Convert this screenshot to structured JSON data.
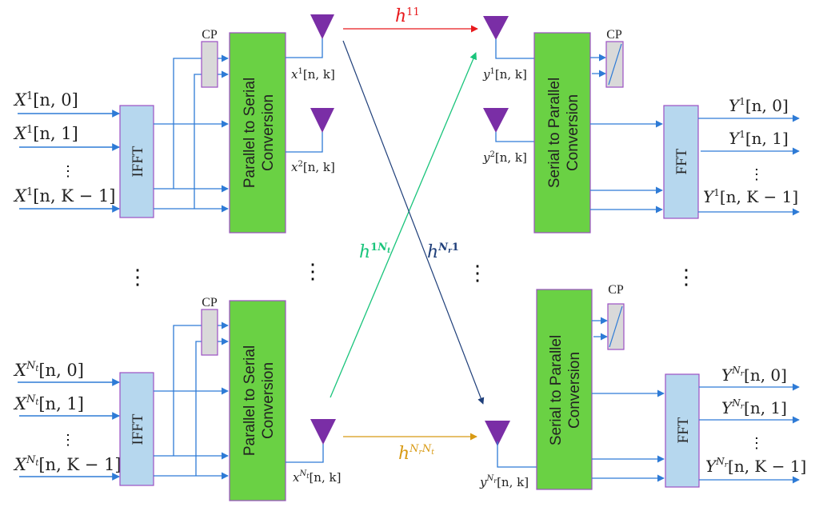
{
  "colors": {
    "signal_line": "#2e7bd6",
    "ifft_fill": "#b6d7ee",
    "block_border": "#9b4fc3",
    "converter_fill": "#6ad144",
    "cp_fill": "#d9d9d9",
    "antenna": "#7a2ea6",
    "h11": "#e8191c",
    "h1Nt": "#19c47b",
    "hNr1": "#1f3f7a",
    "hNrNt": "#d89a14"
  },
  "transmitter": [
    {
      "id": "tx1",
      "inputs": [
        {
          "base": "X",
          "sup": "1",
          "arg": "[n, 0]"
        },
        {
          "base": "X",
          "sup": "1",
          "arg": "[n, 1]"
        },
        {
          "base": "X",
          "sup": "1",
          "arg": "[n, K − 1]"
        }
      ],
      "ifft_label": "IFFT",
      "cp_label": "CP",
      "converter_label_line1": "Parallel to Serial",
      "converter_label_line2": "Conversion",
      "outputs": [
        {
          "base": "x",
          "sup": "1",
          "arg": "[n, k]"
        },
        {
          "base": "x",
          "sup": "2",
          "arg": "[n, k]"
        }
      ]
    },
    {
      "id": "txNt",
      "inputs": [
        {
          "base": "X",
          "sup": "Nt",
          "sup_base": "N",
          "sup_sub": "t",
          "arg": "[n, 0]"
        },
        {
          "base": "X",
          "sup": "Nt",
          "sup_base": "N",
          "sup_sub": "t",
          "arg": "[n, 1]"
        },
        {
          "base": "X",
          "sup": "Nt",
          "sup_base": "N",
          "sup_sub": "t",
          "arg": "[n, K − 1]"
        }
      ],
      "ifft_label": "IFFT",
      "cp_label": "CP",
      "converter_label_line1": "Parallel to Serial",
      "converter_label_line2": "Conversion",
      "outputs": [
        {
          "base": "x",
          "sup_base": "N",
          "sup_sub": "t",
          "arg": "[n, k]"
        }
      ]
    }
  ],
  "receiver": [
    {
      "id": "rx1",
      "inputs": [
        {
          "base": "y",
          "sup": "1",
          "arg": "[n, k]"
        },
        {
          "base": "y",
          "sup": "2",
          "arg": "[n, k]"
        }
      ],
      "cp_label": "CP",
      "converter_label_line1": "Serial to Parallel",
      "converter_label_line2": "Conversion",
      "fft_label": "FFT",
      "outputs": [
        {
          "base": "Y",
          "sup": "1",
          "arg": "[n, 0]"
        },
        {
          "base": "Y",
          "sup": "1",
          "arg": "[n, 1]"
        },
        {
          "base": "Y",
          "sup": "1",
          "arg": "[n, K − 1]"
        }
      ]
    },
    {
      "id": "rxNr",
      "inputs": [
        {
          "base": "y",
          "sup_base": "N",
          "sup_sub": "r",
          "arg": "[n, k]"
        }
      ],
      "cp_label": "CP",
      "converter_label_line1": "Serial to Parallel",
      "converter_label_line2": "Conversion",
      "fft_label": "FFT",
      "outputs": [
        {
          "base": "Y",
          "sup_base": "N",
          "sup_sub": "r",
          "arg": "[n, 0]"
        },
        {
          "base": "Y",
          "sup_base": "N",
          "sup_sub": "r",
          "arg": "[n, 1]"
        },
        {
          "base": "Y",
          "sup_base": "N",
          "sup_sub": "r",
          "arg": "[n, K − 1]"
        }
      ]
    }
  ],
  "channels": [
    {
      "name": "h11",
      "base": "h",
      "sup": "11",
      "from": "tx antenna 1",
      "to": "rx antenna 1"
    },
    {
      "name": "h1Nt",
      "base": "h",
      "sup_parts": [
        "1",
        "N",
        "t"
      ],
      "from": "tx antenna Nt",
      "to": "rx antenna 1"
    },
    {
      "name": "hNr1",
      "base": "h",
      "sup_parts": [
        "N",
        "r",
        "1"
      ],
      "from": "tx antenna 1",
      "to": "rx antenna Nr"
    },
    {
      "name": "hNrNt",
      "base": "h",
      "sup_parts": [
        "N",
        "r",
        "N",
        "t"
      ],
      "from": "tx antenna Nt",
      "to": "rx antenna Nr"
    }
  ],
  "ellipsis": "⋮"
}
